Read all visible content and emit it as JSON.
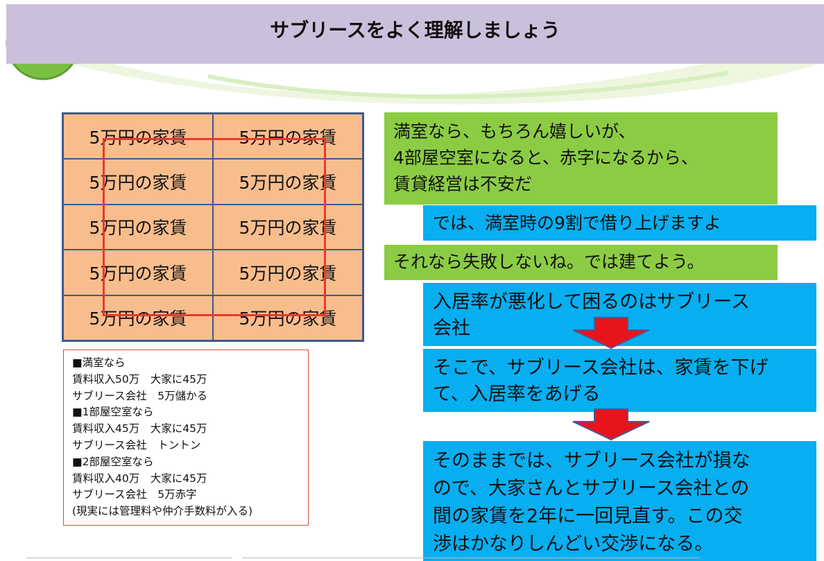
{
  "title": "サブリースをよく理解しましょう",
  "rent_grid": {
    "cells": [
      "5万円の家賃",
      "5万円の家賃",
      "5万円の家賃",
      "5万円の家賃",
      "5万円の家賃",
      "5万円の家賃",
      "5万円の家賃",
      "5万円の家賃",
      "5万円の家賃",
      "5万円の家賃"
    ]
  },
  "notes": [
    "■満室なら",
    "賃料収入50万　大家に45万",
    "サブリース会社　5万儲かる",
    "■1部屋空室なら",
    "賃料収入45万　大家に45万",
    "サブリース会社　トントン",
    "■2部屋空室なら",
    "賃料収入40万　大家に45万",
    "サブリース会社　5万赤字",
    "(現実には管理料や仲介手数料が入る)"
  ],
  "dialogue": {
    "owner_worry": [
      "満室なら、もちろん嬉しいが、",
      "4部屋空室になると、赤字になるから、",
      "賃貸経営は不安だ"
    ],
    "sublease_offer": "では、満室時の9割で借り上げますよ",
    "owner_agree": "それなら失敗しないね。では建てよう。",
    "step1": [
      "入居率が悪化して困るのはサブリース",
      "会社"
    ],
    "step2": [
      "そこで、サブリース会社は、家賃を下げ",
      "て、入居率をあげる"
    ],
    "step3": [
      "そのままでは、サブリース会社が損な",
      "ので、大家さんとサブリース会社との",
      "間の家賃を2年に一回見直す。この交",
      "渉はかなりしんどい交渉になる。"
    ]
  },
  "colors": {
    "title_bg": "#cbc0dc",
    "grid_bg": "#f8bd8d",
    "grid_border": "#3f5a8a",
    "highlight_rect": "#e8392b",
    "green_box": "#8ccc44",
    "blue_box": "#07aef0",
    "arrow_fill": "#e8141c"
  }
}
